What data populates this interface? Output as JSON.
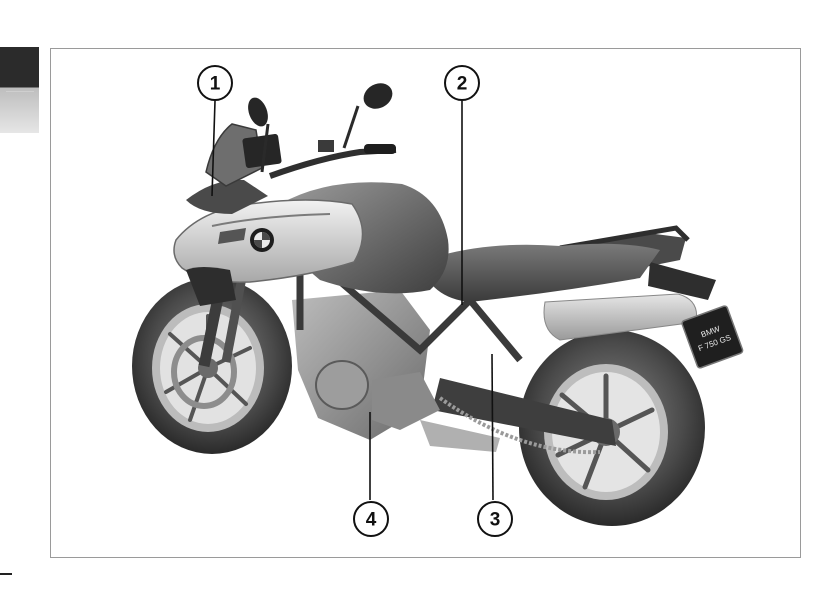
{
  "figure": {
    "plate_text_line1": "BMW",
    "plate_text_line2": "F 750 GS"
  },
  "callouts": [
    {
      "number": "1",
      "label": "1"
    },
    {
      "number": "2",
      "label": "2"
    },
    {
      "number": "3",
      "label": "3"
    },
    {
      "number": "4",
      "label": "4"
    }
  ],
  "colors": {
    "frame_border": "#9a9a9a",
    "tab_dark": "#2b2b2b",
    "tab_light": "#d9d9d9"
  }
}
